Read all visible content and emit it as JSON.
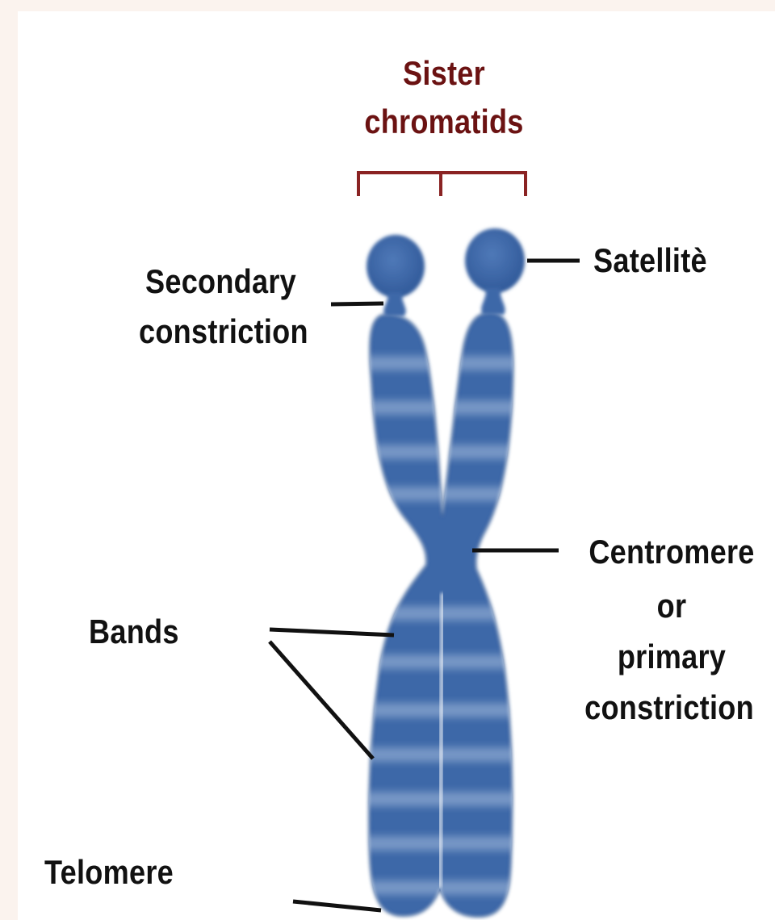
{
  "labels": {
    "title_line1": "Sister",
    "title_line2": "chromatids",
    "satellite": "Satellitè",
    "secondary_line1": "Secondary",
    "secondary_line2": "constriction",
    "centromere_line1": "Centromere",
    "centromere_line2": "or",
    "centromere_line3": "primary",
    "centromere_line4": "constriction",
    "bands": "Bands",
    "telomere": "Telomere"
  },
  "colors": {
    "background": "#fbf3ee",
    "chromosome": "#3d67a8",
    "chromosome_dark": "#24487f",
    "band_light": "#a9bfdf",
    "bracket": "#8a2323",
    "title_text": "#6b1212",
    "label_text": "#111111",
    "leader_line": "#111111"
  }
}
